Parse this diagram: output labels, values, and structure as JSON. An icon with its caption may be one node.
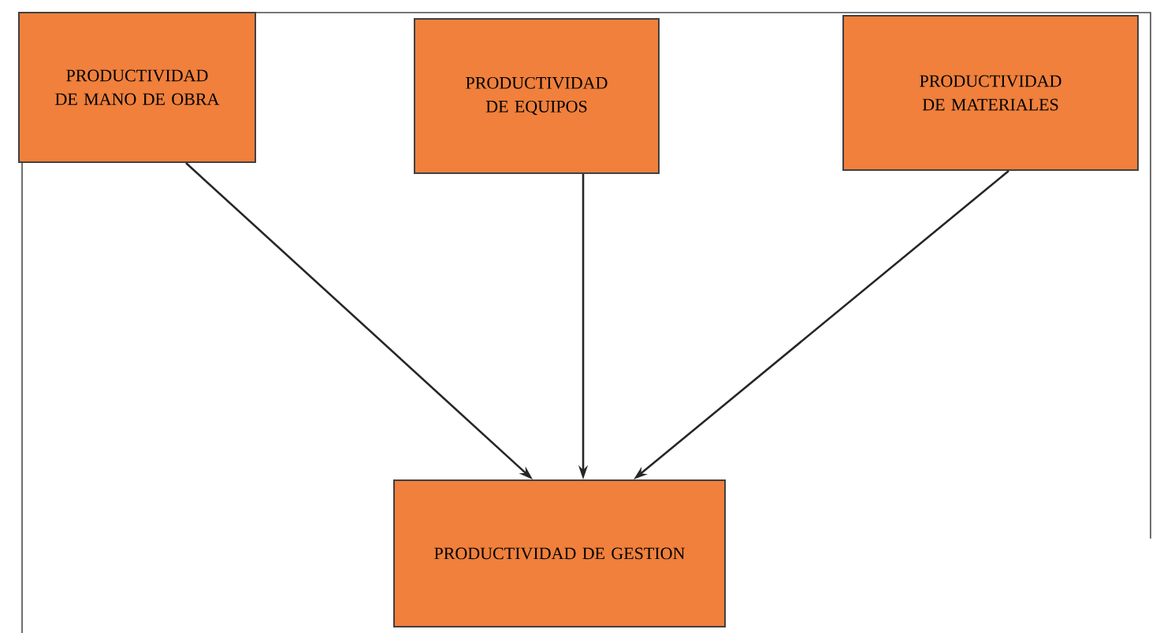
{
  "diagram": {
    "nodes": [
      {
        "text": [
          "PRODUCTIVIDAD DE MANO DE OBRA"
        ]
      },
      {
        "text": [
          "PRODUCTIVIDAD DE EQUIPOS"
        ]
      },
      {
        "text": [
          "PRODUCTIVIDAD DE MATERIALES"
        ]
      },
      {
        "text": [
          "PRODUCTIVIDAD DE GESTION"
        ]
      }
    ],
    "edges": [
      {
        "from": 0,
        "to": 3,
        "arrow": "to"
      },
      {
        "from": 1,
        "to": 3,
        "arrow": "to"
      },
      {
        "from": 2,
        "to": 3,
        "arrow": "to"
      }
    ]
  }
}
